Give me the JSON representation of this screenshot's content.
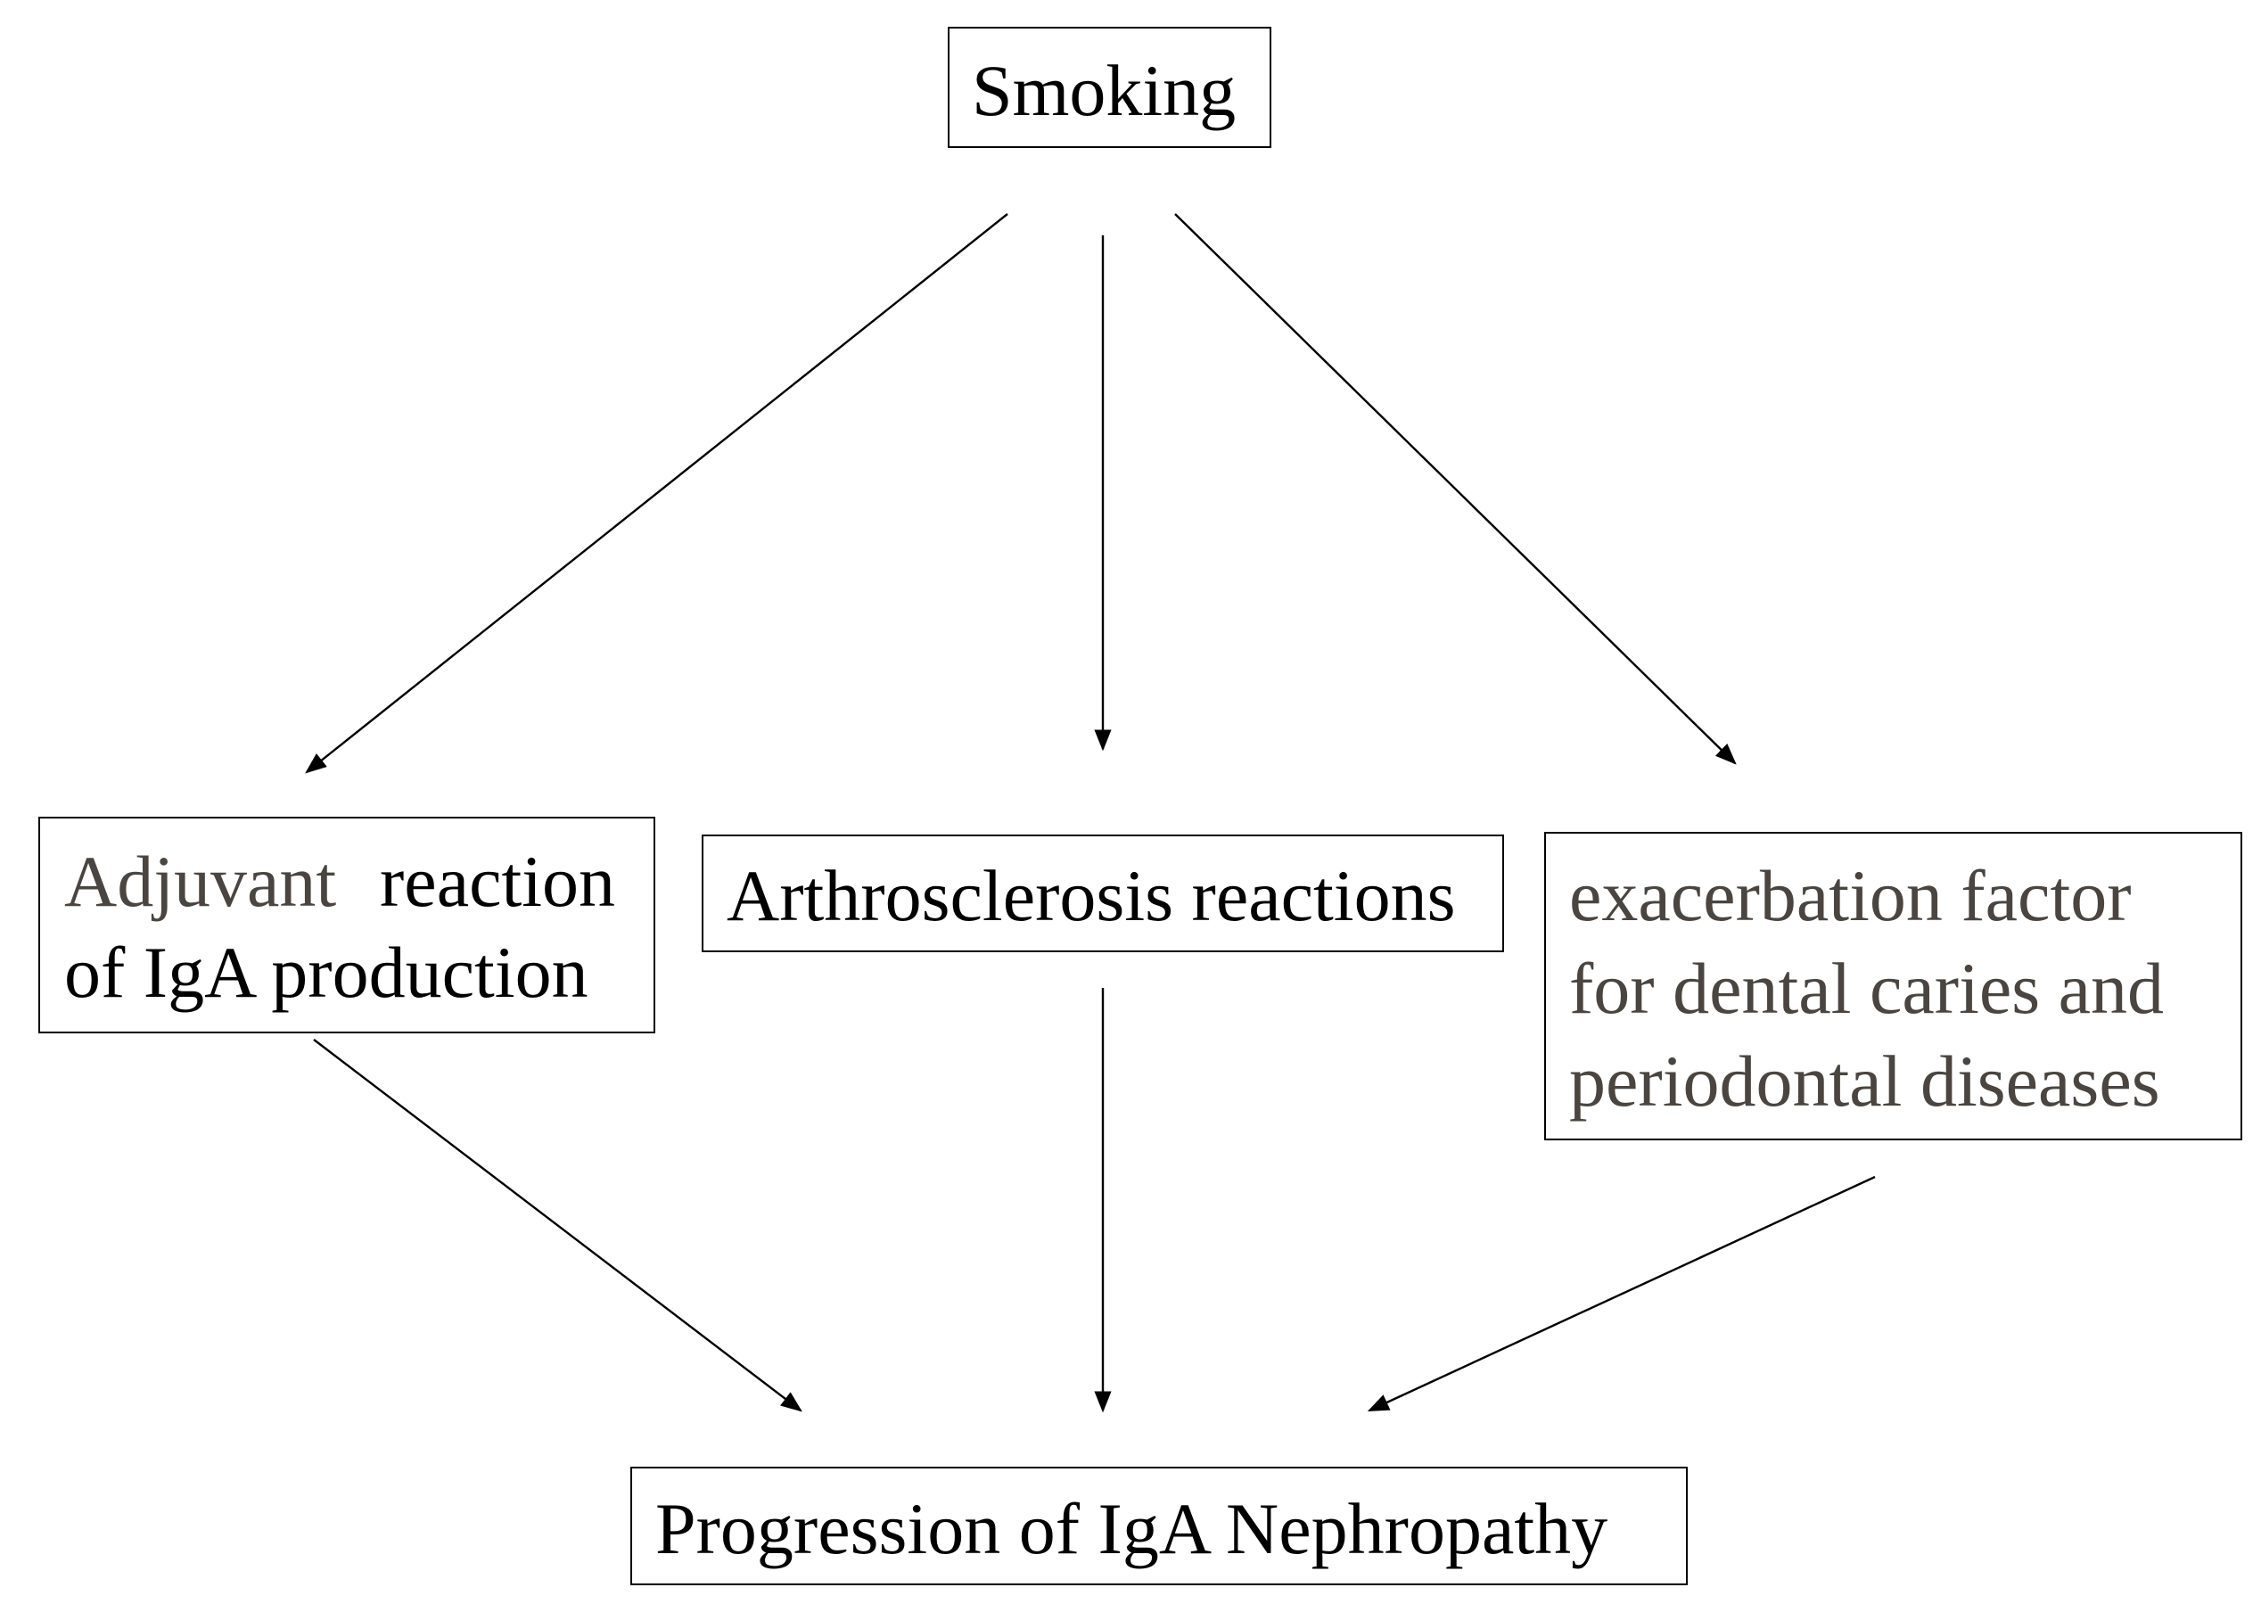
{
  "nodes": {
    "smoking": "Smoking",
    "adjuvant": {
      "line1_word1": "Adjuvant",
      "line1_word2": "reaction",
      "line2": "of IgA production"
    },
    "arthrosclerosis": "Arthrosclerosis reactions",
    "exacerbation": {
      "line1": "exacerbation factor",
      "line2": "for dental caries and",
      "line3": "periodontal diseases"
    },
    "progression": "Progression of IgA Nephropathy"
  },
  "edges": [
    {
      "from": "Smoking",
      "to": "Adjuvant reaction of IgA production"
    },
    {
      "from": "Smoking",
      "to": "Arthrosclerosis reactions"
    },
    {
      "from": "Smoking",
      "to": "exacerbation factor for dental caries and periodontal diseases"
    },
    {
      "from": "Adjuvant reaction of IgA production",
      "to": "Progression of IgA Nephropathy"
    },
    {
      "from": "Arthrosclerosis reactions",
      "to": "Progression of IgA Nephropathy"
    },
    {
      "from": "exacerbation factor for dental caries and periodontal diseases",
      "to": "Progression of IgA Nephropathy"
    }
  ],
  "colors": {
    "line": "#000000",
    "grey_text": "#4a4540"
  }
}
